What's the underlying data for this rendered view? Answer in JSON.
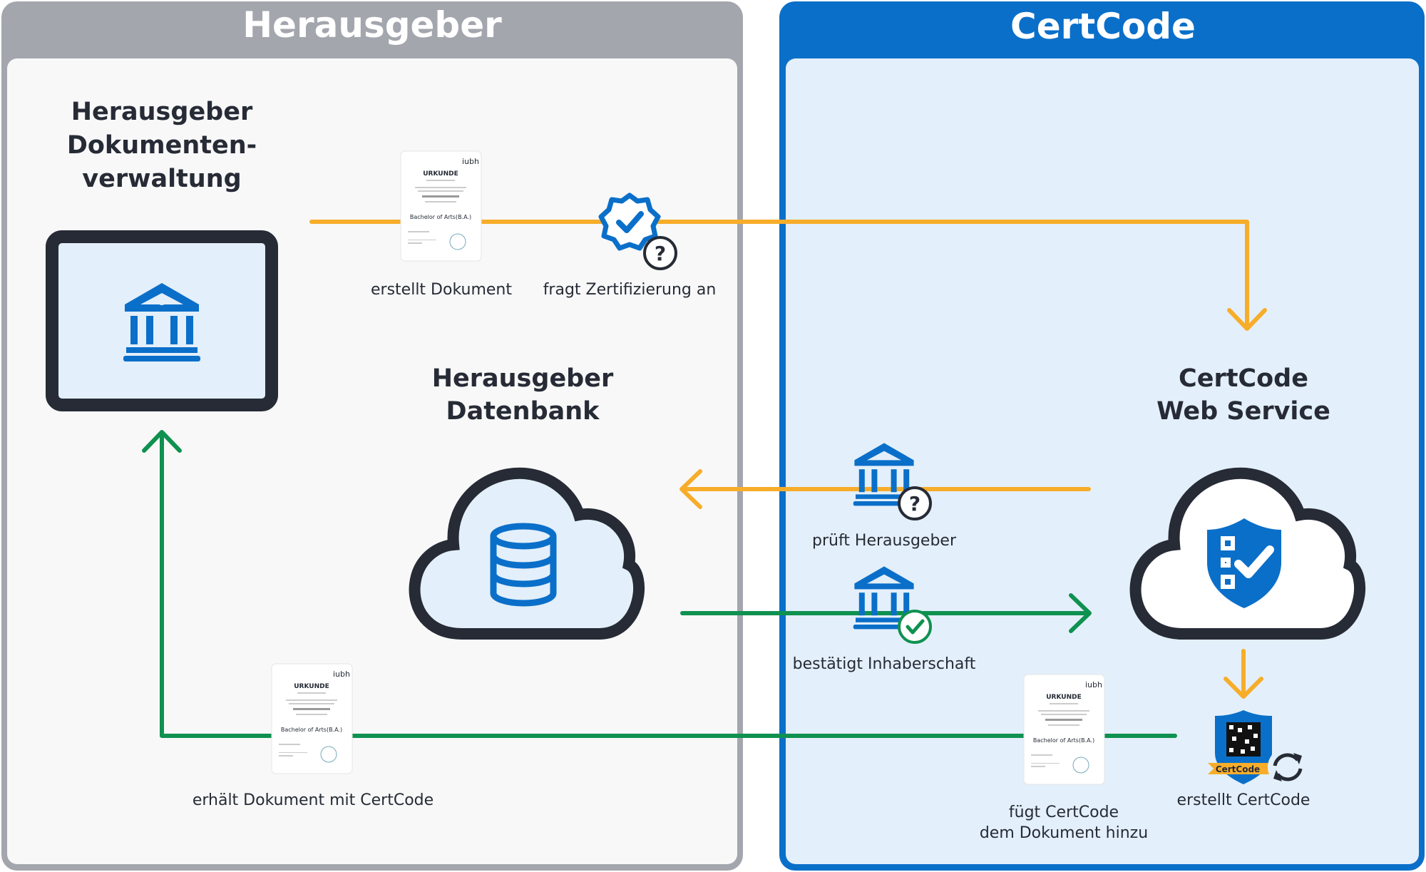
{
  "colors": {
    "orange": "#f7ad2a",
    "green": "#0f9150",
    "blue": "#0a6fc9",
    "dark": "#262b36",
    "issuer_panel": "#a3a6ad"
  },
  "issuer_panel": {
    "title": "Herausgeber",
    "document_management": {
      "lines": [
        "Herausgeber",
        "Dokumenten-",
        "verwaltung"
      ],
      "icon": "bank-icon"
    },
    "database": {
      "lines": [
        "Herausgeber",
        "Datenbank"
      ],
      "icon": "database-cloud-icon"
    }
  },
  "certcode_panel": {
    "title": "CertCode",
    "web_service": {
      "lines": [
        "CertCode",
        "Web Service"
      ],
      "icon": "shield-check-cloud-icon"
    }
  },
  "steps": {
    "creates_document": "erstellt Dokument",
    "requests_certification": "fragt Zertifizierung an",
    "checks_issuer": "prüft Herausgeber",
    "confirms_ownership": "bestätigt Inhaberschaft",
    "creates_certcode": "erstellt CertCode",
    "adds_certcode": [
      "fügt CertCode",
      "dem Dokument hinzu"
    ],
    "receives_document": "erhält Dokument mit CertCode"
  },
  "certificate": {
    "brand": "iubh",
    "heading": "URKUNDE",
    "degree": "Bachelor of Arts(B.A.)"
  },
  "badge": {
    "label": "CertCode"
  }
}
